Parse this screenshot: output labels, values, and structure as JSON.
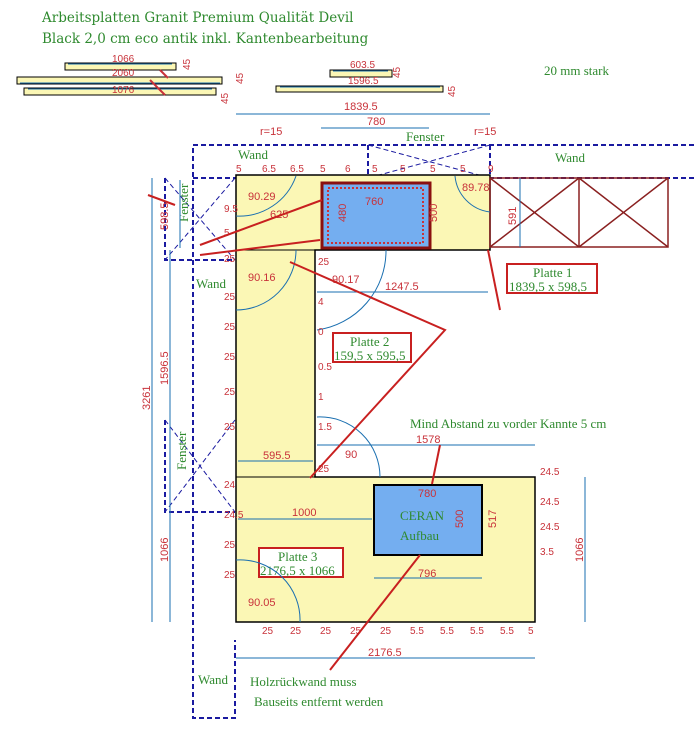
{
  "title": {
    "line1": "Arbeitsplatten Granit Premium Qualität Devil",
    "line2": "Black 2,0 cm eco antik inkl. Kantenbearbeitung"
  },
  "strips": {
    "left": [
      "1066",
      "2060",
      "1076"
    ],
    "right": [
      "603.5",
      "1596.5"
    ],
    "height": "45",
    "thickness_note": "20 mm stark"
  },
  "plates": [
    {
      "name": "Platte 1",
      "size": "1839,5 x 598,5"
    },
    {
      "name": "Platte 2",
      "size": "159,5 x 595,5"
    },
    {
      "name": "Platte 3",
      "size": "2176,5 x 1066"
    }
  ],
  "labels": {
    "wand": "Wand",
    "fenster": "Fenster",
    "ceran_1": "CERAN",
    "ceran_2": "Aufbau",
    "mind_abstand": "Mind Abstand zu vorder Kannte 5 cm",
    "holz_1": "Holzrückwand muss",
    "holz_2": "Bauseits entfernt werden"
  },
  "dimensions": {
    "total_top": "1839.5",
    "sink_outer": "780",
    "r_left": "r=15",
    "r_right": "r=15",
    "sink_inner_w": "760",
    "sink_inner_h": "480",
    "sink_h": "500",
    "d625": "625",
    "angle1": "90.29",
    "angle2": "89.78",
    "angle3": "90.16",
    "angle4": "90.17",
    "angle5": "90.05",
    "angle6": "90",
    "d598": "598.5",
    "d591": "591",
    "d1247": "1247.5",
    "d3261": "3261",
    "d1596": "1596.5",
    "d1066_left": "1066",
    "d1066_right": "1066",
    "d595": "595.5",
    "d1578": "1578",
    "ceran_w": "780",
    "ceran_h": "500",
    "ceran_517": "517",
    "ceran_796": "796",
    "d1000": "1000",
    "d2176": "2176.5"
  },
  "edge_marks": [
    "5",
    "6.5",
    "6.5",
    "5",
    "6",
    "5",
    "5",
    "5",
    "5",
    "9",
    "9.5",
    "5",
    "25",
    "25",
    "25",
    "25",
    "25",
    "25",
    "25",
    "4",
    "0",
    "0.5",
    "1",
    "1.5",
    "25",
    "24",
    "24.5",
    "25",
    "25",
    "25",
    "25",
    "25",
    "25",
    "25",
    "5.5",
    "5.5",
    "5.5",
    "5.5",
    "5",
    "24.5",
    "24.5",
    "24.5",
    "3.5"
  ],
  "colors": {
    "plate": "#fbf7b5",
    "sink": "#74aef0",
    "wall": "#1a1aa0",
    "dim": "#c8323a",
    "text": "#2f8a2f",
    "cab": "#8a2020"
  }
}
